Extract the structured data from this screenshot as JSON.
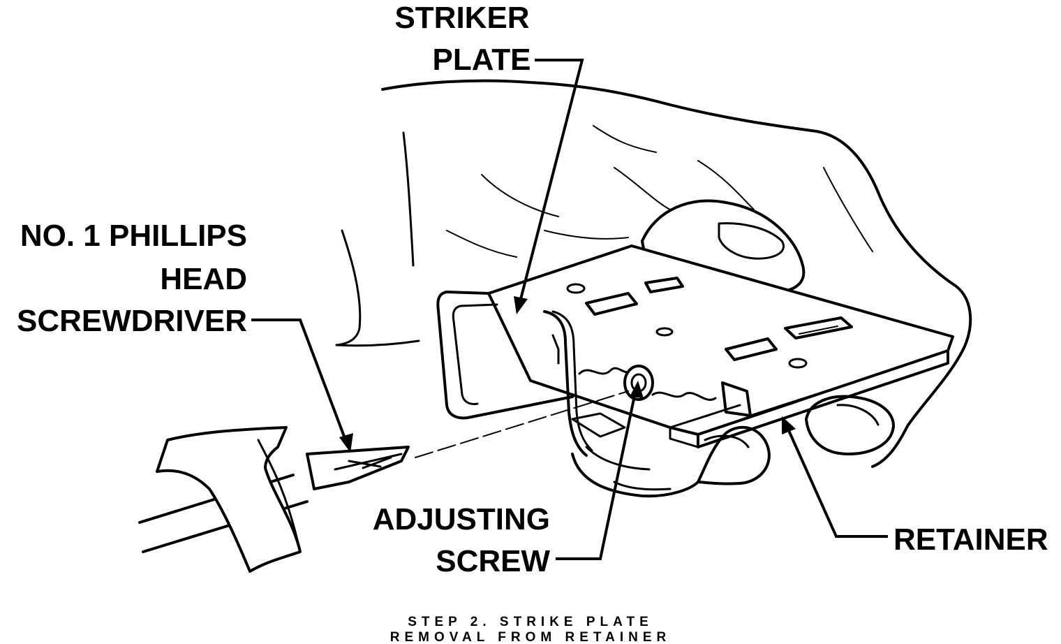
{
  "labels": {
    "striker_plate_line1": "STRIKER",
    "striker_plate_line2": "PLATE",
    "screwdriver_line1": "NO. 1 PHILLIPS",
    "screwdriver_line2": "HEAD",
    "screwdriver_line3": "SCREWDRIVER",
    "adjusting_screw_line1": "ADJUSTING",
    "adjusting_screw_line2": "SCREW",
    "retainer": "RETAINER"
  },
  "caption": {
    "line1": "STEP 2. STRIKE PLATE",
    "line2": "REMOVAL  FROM RETAINER"
  },
  "colors": {
    "ink": "#000000",
    "paper": "#ffffff"
  }
}
